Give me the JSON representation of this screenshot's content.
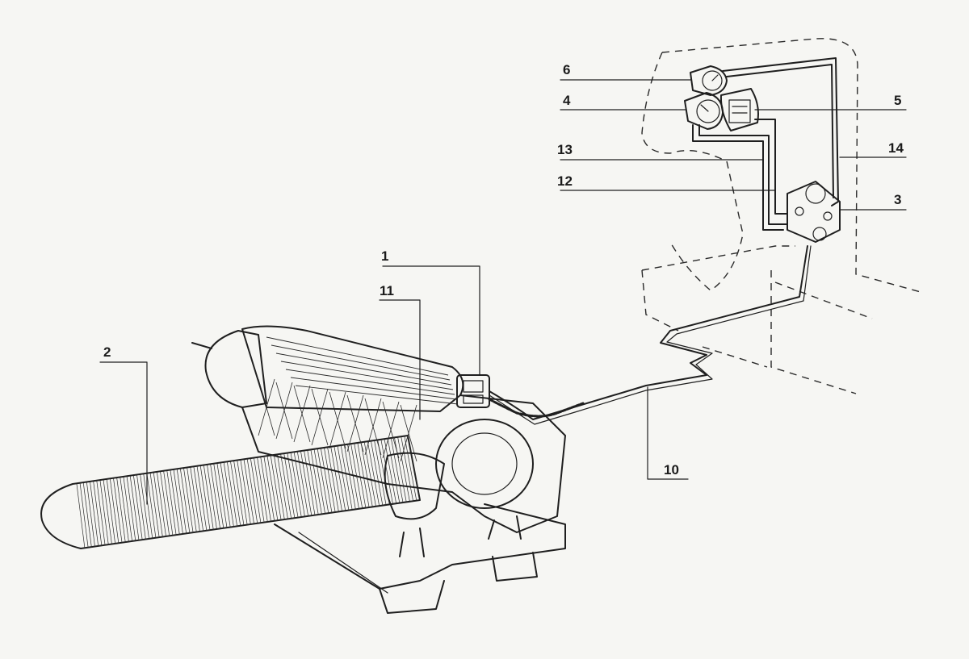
{
  "diagram": {
    "labels": [
      {
        "id": "1",
        "text": "1"
      },
      {
        "id": "2",
        "text": "2"
      },
      {
        "id": "3",
        "text": "3"
      },
      {
        "id": "4",
        "text": "4"
      },
      {
        "id": "5",
        "text": "5"
      },
      {
        "id": "6",
        "text": "6"
      },
      {
        "id": "10",
        "text": "10"
      },
      {
        "id": "11",
        "text": "11"
      },
      {
        "id": "12",
        "text": "12"
      },
      {
        "id": "13",
        "text": "13"
      },
      {
        "id": "14",
        "text": "14"
      }
    ],
    "colors": {
      "ink": "#1f1f1f",
      "paper": "#f6f6f3"
    }
  }
}
